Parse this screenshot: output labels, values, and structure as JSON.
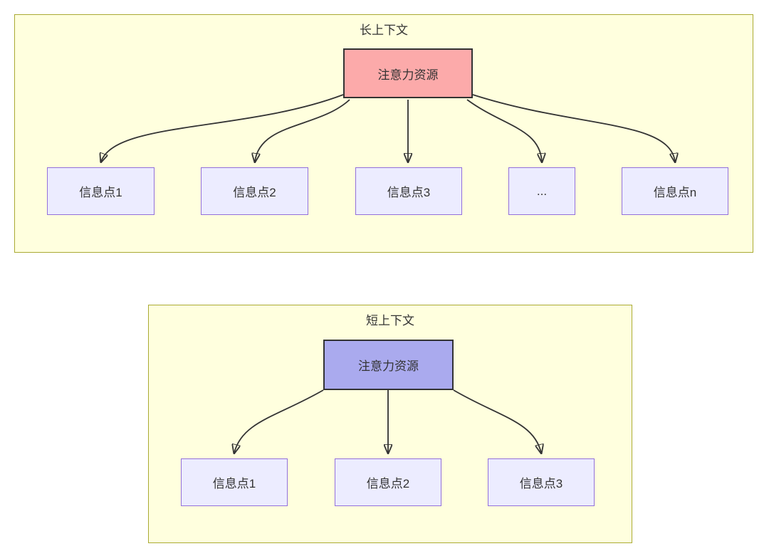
{
  "diagram": {
    "type": "flowchart-comparison",
    "clusters": [
      {
        "title": "长上下文",
        "root": {
          "label": "注意力资源",
          "fill": "#fcaaaa"
        },
        "children": [
          {
            "label": "信息点1"
          },
          {
            "label": "信息点2"
          },
          {
            "label": "信息点3"
          },
          {
            "label": "..."
          },
          {
            "label": "信息点n"
          }
        ]
      },
      {
        "title": "短上下文",
        "root": {
          "label": "注意力资源",
          "fill": "#aaaaee"
        },
        "children": [
          {
            "label": "信息点1"
          },
          {
            "label": "信息点2"
          },
          {
            "label": "信息点3"
          }
        ]
      }
    ],
    "colors": {
      "cluster_fill": "#ffffde",
      "cluster_border": "#aaaa33",
      "info_node_fill": "#ececff",
      "info_node_border": "#9370db",
      "root_node_border": "#333333",
      "edge": "#333333",
      "text": "#333333",
      "page_background": "#ffffff"
    }
  }
}
